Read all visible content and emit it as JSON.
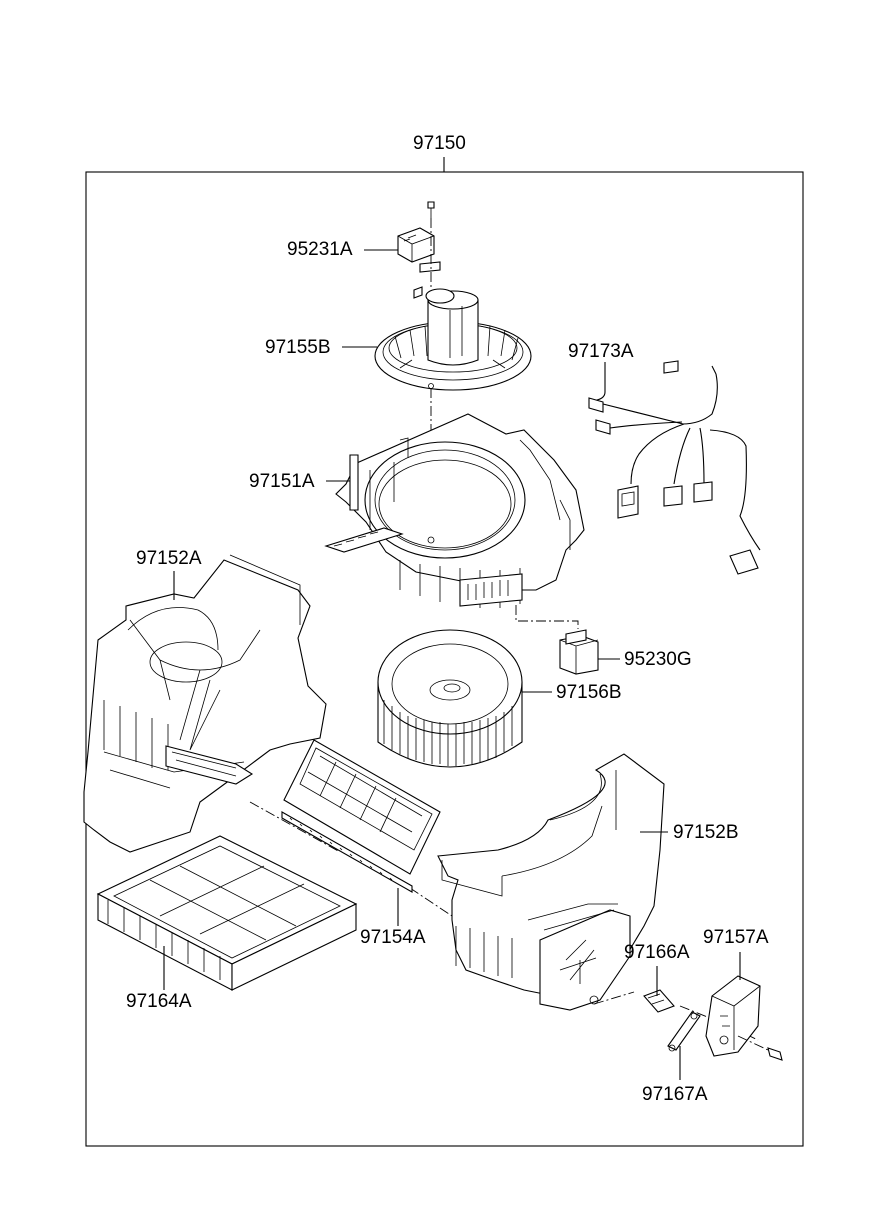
{
  "assembly": {
    "number": "97150"
  },
  "parts": [
    {
      "id": "p-95231A",
      "number": "95231A",
      "name": "relay"
    },
    {
      "id": "p-97155B",
      "number": "97155B",
      "name": "blower-motor"
    },
    {
      "id": "p-97173A",
      "number": "97173A",
      "name": "wiring-harness"
    },
    {
      "id": "p-97151A",
      "number": "97151A",
      "name": "blower-case-upper"
    },
    {
      "id": "p-97152A",
      "number": "97152A",
      "name": "intake-case-left"
    },
    {
      "id": "p-95230G",
      "number": "95230G",
      "name": "resistor"
    },
    {
      "id": "p-97156B",
      "number": "97156B",
      "name": "blower-fan"
    },
    {
      "id": "p-97152B",
      "number": "97152B",
      "name": "intake-case-right"
    },
    {
      "id": "p-97154A",
      "number": "97154A",
      "name": "filter-cover"
    },
    {
      "id": "p-97166A",
      "number": "97166A",
      "name": "lever"
    },
    {
      "id": "p-97157A",
      "number": "97157A",
      "name": "actuator"
    },
    {
      "id": "p-97164A",
      "number": "97164A",
      "name": "air-filter"
    },
    {
      "id": "p-97167A",
      "number": "97167A",
      "name": "link"
    }
  ]
}
